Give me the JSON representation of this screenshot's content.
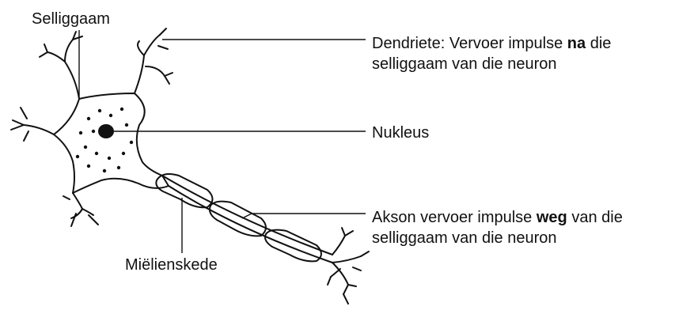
{
  "labels": {
    "cell_body": "Selliggaam",
    "dendrites": {
      "line1_pre": "Dendriete: Vervoer impulse ",
      "line1_bold": "na",
      "line1_post": " die",
      "line2": "selliggaam van die neuron"
    },
    "nucleus": "Nukleus",
    "axon": {
      "line1_pre": "Akson vervoer impulse ",
      "line1_bold": "weg",
      "line1_post": " van die",
      "line2": "selliggaam van die neuron"
    },
    "myelin_sheath": "Miëlienskede"
  },
  "colors": {
    "ink": "#111111",
    "background": "#ffffff"
  }
}
